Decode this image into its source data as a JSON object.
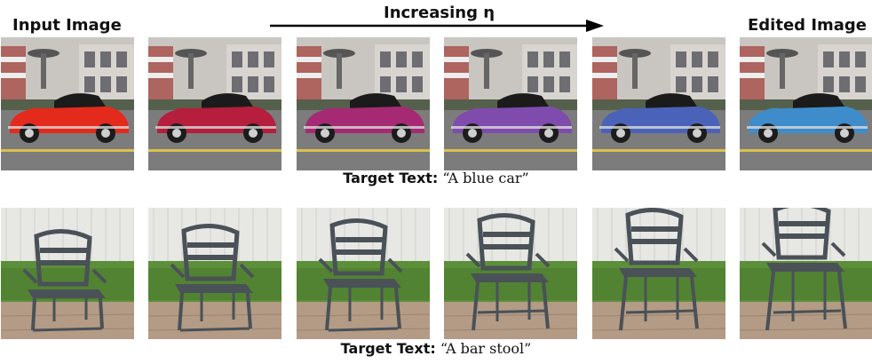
{
  "headers": {
    "input": "Input Image",
    "center": "Increasing η",
    "edited": "Edited Image"
  },
  "captions": {
    "label": "Target Text:",
    "row1": "“A blue car”",
    "row2": "“A bar stool”"
  },
  "car_colors": [
    "#e32a1d",
    "#b51e3c",
    "#a52a73",
    "#7f4bad",
    "#4a63b8",
    "#3f8cca"
  ],
  "chair_frame_color": "#4a5157",
  "palette": {
    "road": "#7c7c7c",
    "building": "#c9c6c1",
    "fence": "#e7e7e4",
    "grass": "#5c8f39",
    "floor": "#b39b86"
  }
}
